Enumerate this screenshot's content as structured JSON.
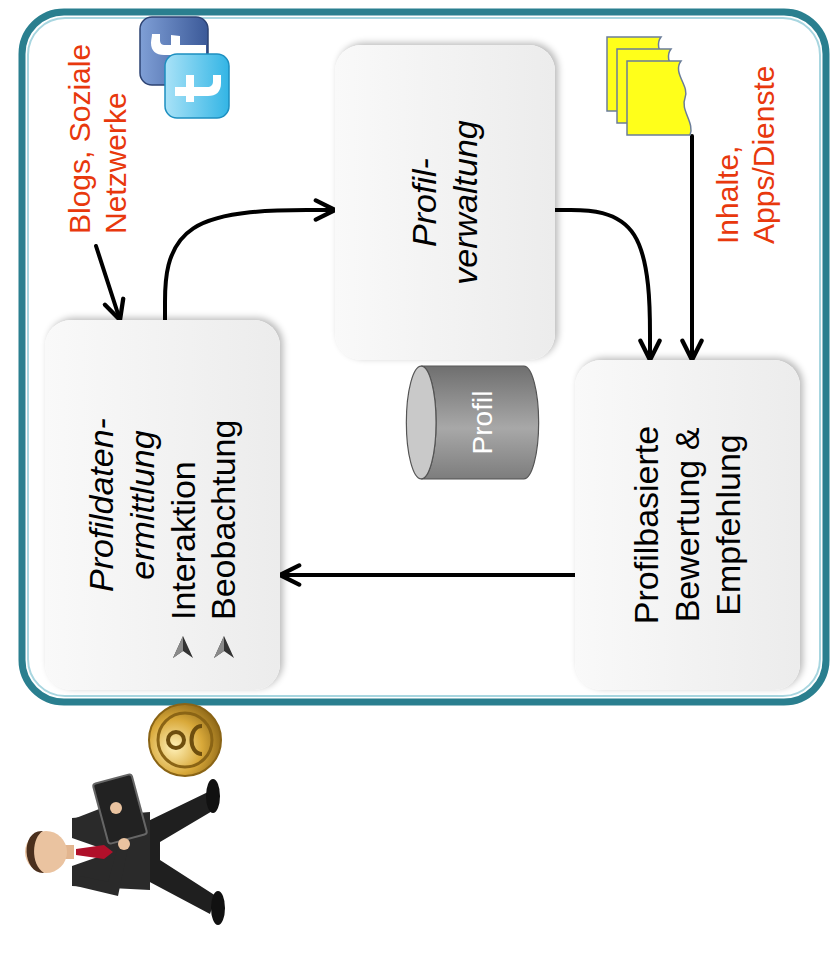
{
  "diagram": {
    "nodes": [
      {
        "text": [
          "Profildaten- ermittlung",
          "Interaktion",
          "Beobachtung"
        ]
      },
      {
        "text": [
          "Blogs, Soziale Netzwerke"
        ]
      },
      {
        "text": [
          "Profil- verwaltung"
        ]
      },
      {
        "text": [
          "Profil"
        ]
      },
      {
        "text": [
          "Profilbasierte Bewertung & Empfehlung"
        ]
      },
      {
        "text": [
          "Inhalte, Apps/Dienste"
        ]
      }
    ],
    "edges": [
      {
        "from": 0,
        "to": 2,
        "arrow": "to"
      },
      {
        "from": 2,
        "to": 4,
        "arrow": "to"
      },
      {
        "from": 5,
        "to": 4,
        "arrow": "to"
      },
      {
        "from": 4,
        "to": 0,
        "arrow": "to"
      },
      {
        "from": 1,
        "to": 0,
        "arrow": "to"
      }
    ]
  }
}
